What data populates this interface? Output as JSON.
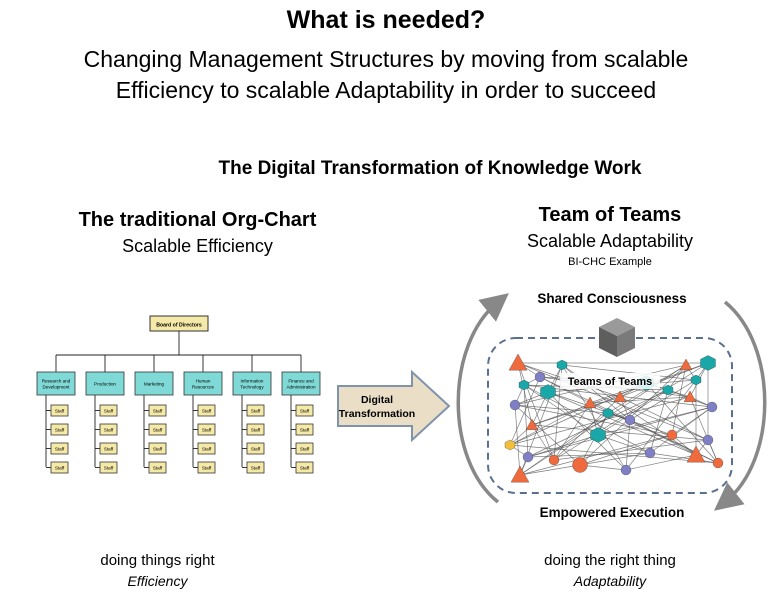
{
  "title": "What is needed?",
  "subtitle_line1": "Changing Management Structures by moving from scalable",
  "subtitle_line2": "Efficiency to scalable Adaptability in order to succeed",
  "section_title": "The Digital Transformation  of Knowledge Work",
  "left": {
    "heading": "The traditional Org-Chart",
    "subheading": "Scalable Efficiency",
    "footer": "doing things right",
    "footer_italic": "Efficiency",
    "org": {
      "root": "Board of Directors",
      "departments": [
        {
          "line1": "Research and",
          "line2": "Development"
        },
        {
          "line1": "Production",
          "line2": ""
        },
        {
          "line1": "Marketing",
          "line2": ""
        },
        {
          "line1": "Human",
          "line2": "Resources"
        },
        {
          "line1": "Information",
          "line2": "Technology"
        },
        {
          "line1": "Finance and",
          "line2": "Administration"
        }
      ],
      "staff_label": "Staff",
      "colors": {
        "root": "#f5e9a8",
        "department": "#7fd9d6",
        "staff": "#f5e9a8",
        "border": "#333333"
      }
    }
  },
  "arrow": {
    "line1": "Digital",
    "line2": "Transformation",
    "fill": "#eadfc6",
    "stroke": "#7f93ad"
  },
  "right": {
    "heading": "Team of Teams",
    "subheading": "Scalable Adaptability",
    "example": "BI-CHC Example",
    "top_label": "Shared Consciousness",
    "center_label": "Teams of Teams",
    "bottom_label": "Empowered Execution",
    "footer": "doing  the right thing",
    "footer_italic": "Adaptability",
    "colors": {
      "teal": "#19a7a8",
      "orange": "#ef6a3c",
      "yellow": "#f3bf3a",
      "purple": "#7e7fc4",
      "gray": "#7a7a7a",
      "dashed": "#5a7090",
      "cycle": "#888888"
    }
  }
}
